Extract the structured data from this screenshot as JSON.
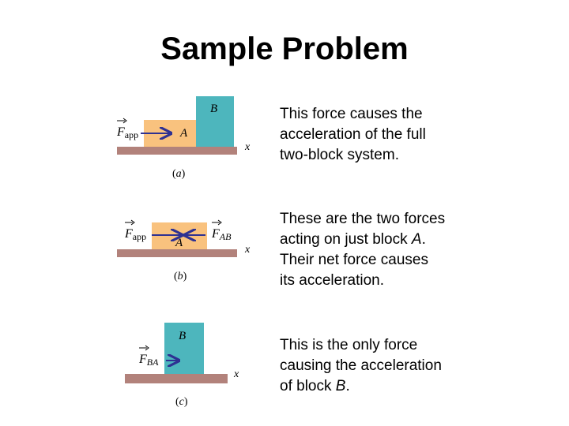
{
  "title": "Sample Problem",
  "colors": {
    "block_a": "#f9c27e",
    "block_b": "#4db6bd",
    "ground": "#b2827b",
    "arrow": "#2e3192",
    "text": "#000000"
  },
  "panels": [
    {
      "caption": "(a)",
      "block_a_label": "A",
      "block_b_label": "B",
      "force_label": "F",
      "force_sub": "app",
      "axis_label": "x",
      "description": {
        "lines": [
          "This force causes the",
          "acceleration of the full",
          "two-block system."
        ]
      }
    },
    {
      "caption": "(b)",
      "block_a_label": "A",
      "force_app_label": "F",
      "force_app_sub": "app",
      "force_ab_label": "F",
      "force_ab_sub": "AB",
      "axis_label": "x",
      "description": {
        "lines": [
          "These are the two forces",
          "acting on just block ",
          "Their net force causes",
          "its acceleration."
        ],
        "italic_block": "A",
        "line2_end": "."
      }
    },
    {
      "caption": "(c)",
      "block_b_label": "B",
      "force_label": "F",
      "force_sub": "BA",
      "axis_label": "x",
      "description": {
        "lines": [
          "This is the only force",
          "causing the acceleration",
          "of block "
        ],
        "italic_block": "B",
        "line3_end": "."
      }
    }
  ]
}
